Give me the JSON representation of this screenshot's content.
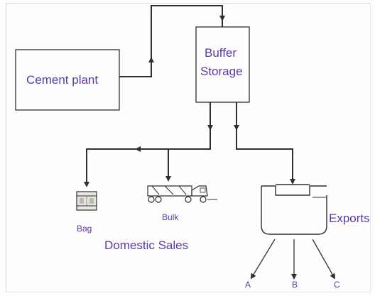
{
  "nodes": {
    "cement_plant": "Cement plant",
    "buffer_storage_line1": "Buffer",
    "buffer_storage_line2": "Storage",
    "bag": "Bag",
    "bulk": "Bulk",
    "domestic_sales": "Domestic Sales",
    "exports": "Exports",
    "export_a": "A",
    "export_b": "B",
    "export_c": "C"
  },
  "colors": {
    "line": "#2f2f2f",
    "text": "#5a3aa8"
  }
}
